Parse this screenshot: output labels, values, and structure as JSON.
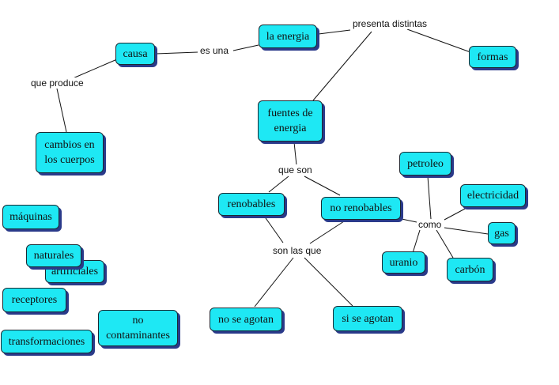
{
  "nodes": {
    "la_energia": "la energia",
    "causa": "causa",
    "formas": "formas",
    "cambios": "cambios en\nlos cuerpos",
    "fuentes": "fuentes de\nenergia",
    "renobables": "renobables",
    "no_renobables": "no renobables",
    "no_se_agotan": "no se agotan",
    "si_se_agotan": "si se agotan",
    "petroleo": "petroleo",
    "electricidad": "electricidad",
    "gas": "gas",
    "carbon": "carbón",
    "uranio": "uranio",
    "maquinas": "máquinas",
    "artificiales": "artificiales",
    "naturales": "naturales",
    "receptores": "receptores",
    "transformaciones": "transformaciones",
    "no_contaminantes": "no\ncontaminantes"
  },
  "links": {
    "es_una": "es una",
    "presenta_distintas": "presenta distintas",
    "que_produce": "que produce",
    "que_son": "que son",
    "son_las_que": "son las que",
    "como": "como"
  }
}
